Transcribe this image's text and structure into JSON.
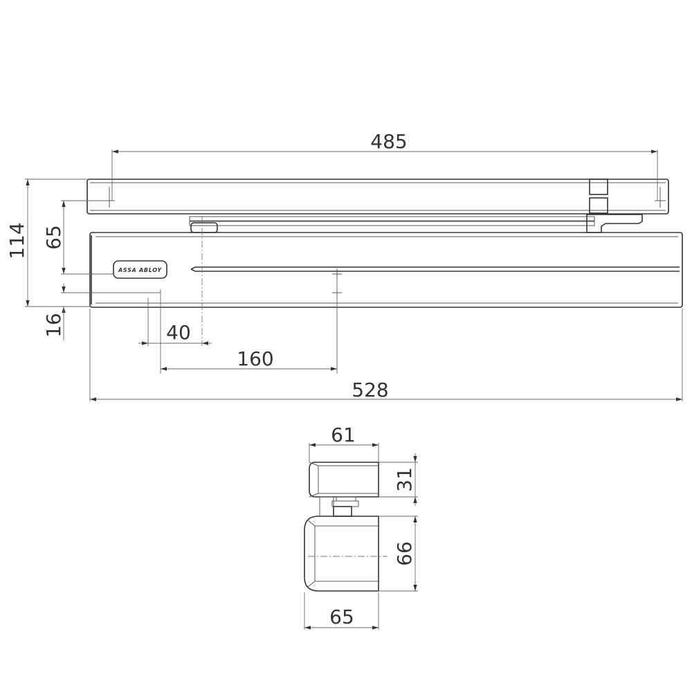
{
  "drawing": {
    "logo_text": "ASSA ABLOY",
    "line_color": "#333333",
    "front_view": {
      "dimensions": {
        "arm_rail_length": "485",
        "overall_length": "528",
        "overall_height": "114",
        "body_height": "65",
        "bottom_offset": "16",
        "arm_offset": "40",
        "fixing_offset": "160"
      }
    },
    "side_view": {
      "dimensions": {
        "rail_width": "61",
        "rail_height": "31",
        "body_height": "66",
        "body_width": "65"
      }
    }
  }
}
